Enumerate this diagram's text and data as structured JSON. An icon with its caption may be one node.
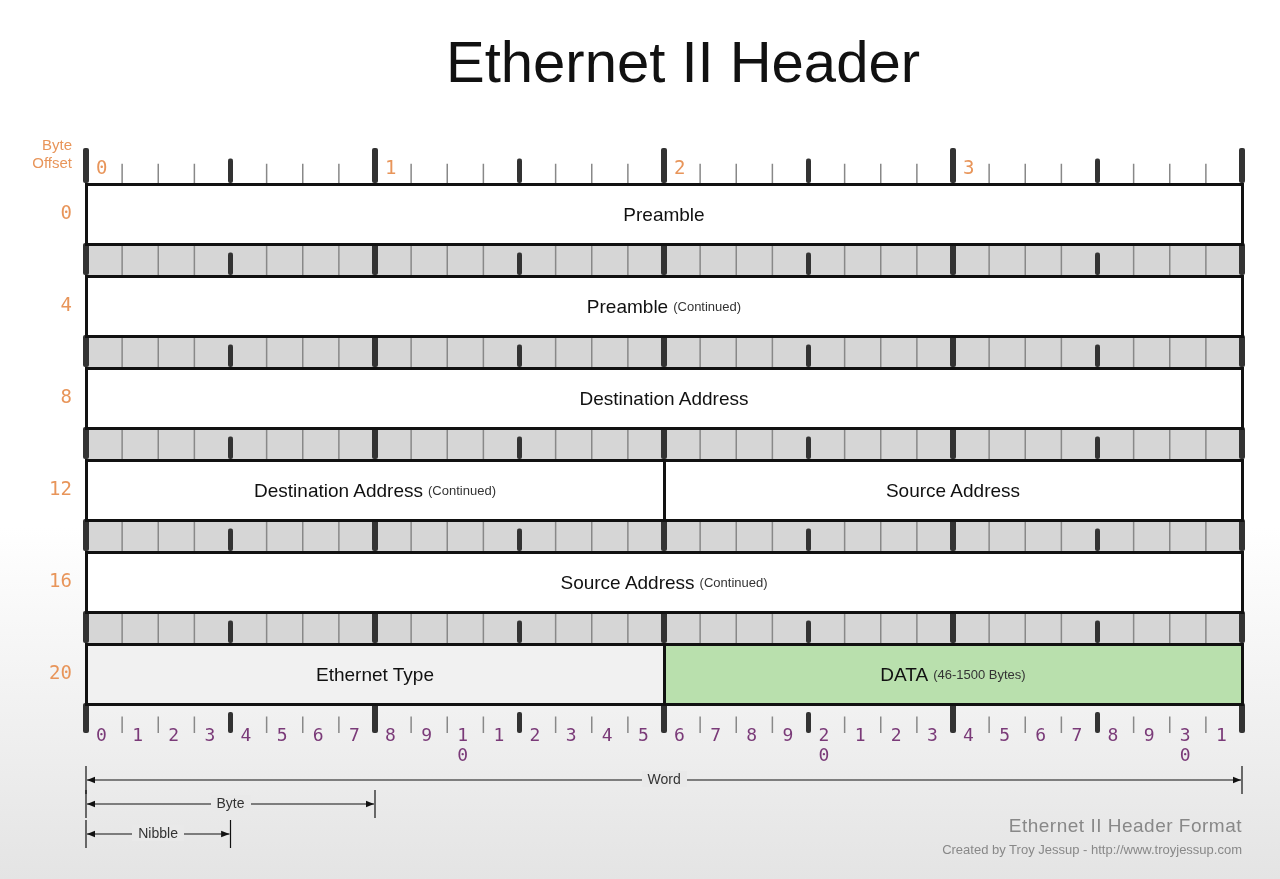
{
  "diagram": {
    "title": "Ethernet II  Header",
    "nodes": [
      {
        "text": [
          "Preamble"
        ]
      },
      {
        "text": [
          "Preamble",
          "(Continued)"
        ]
      },
      {
        "text": [
          "Destination Address"
        ]
      },
      {
        "text": [
          "Destination Address",
          "(Continued)"
        ]
      },
      {
        "text": [
          "Source Address"
        ]
      },
      {
        "text": [
          "Source Address",
          "(Continued)"
        ]
      },
      {
        "text": [
          "Ethernet Type"
        ]
      },
      {
        "text": [
          "DATA",
          "(46-1500 Bytes)"
        ]
      }
    ],
    "edges": [],
    "labels": [
      "Byte Offset",
      "0",
      "1",
      "2",
      "3",
      "0",
      "4",
      "8",
      "12",
      "16",
      "20",
      "0",
      "1",
      "2",
      "3",
      "4",
      "5",
      "6",
      "7",
      "8",
      "9",
      "10",
      "1",
      "2",
      "3",
      "4",
      "5",
      "6",
      "7",
      "8",
      "9",
      "20",
      "1",
      "2",
      "3",
      "4",
      "5",
      "6",
      "7",
      "8",
      "9",
      "30",
      "1",
      "Word",
      "Byte",
      "Nibble",
      "Ethernet II Header Format",
      "Created by Troy Jessup - http://www.troyjessup.com"
    ]
  }
}
